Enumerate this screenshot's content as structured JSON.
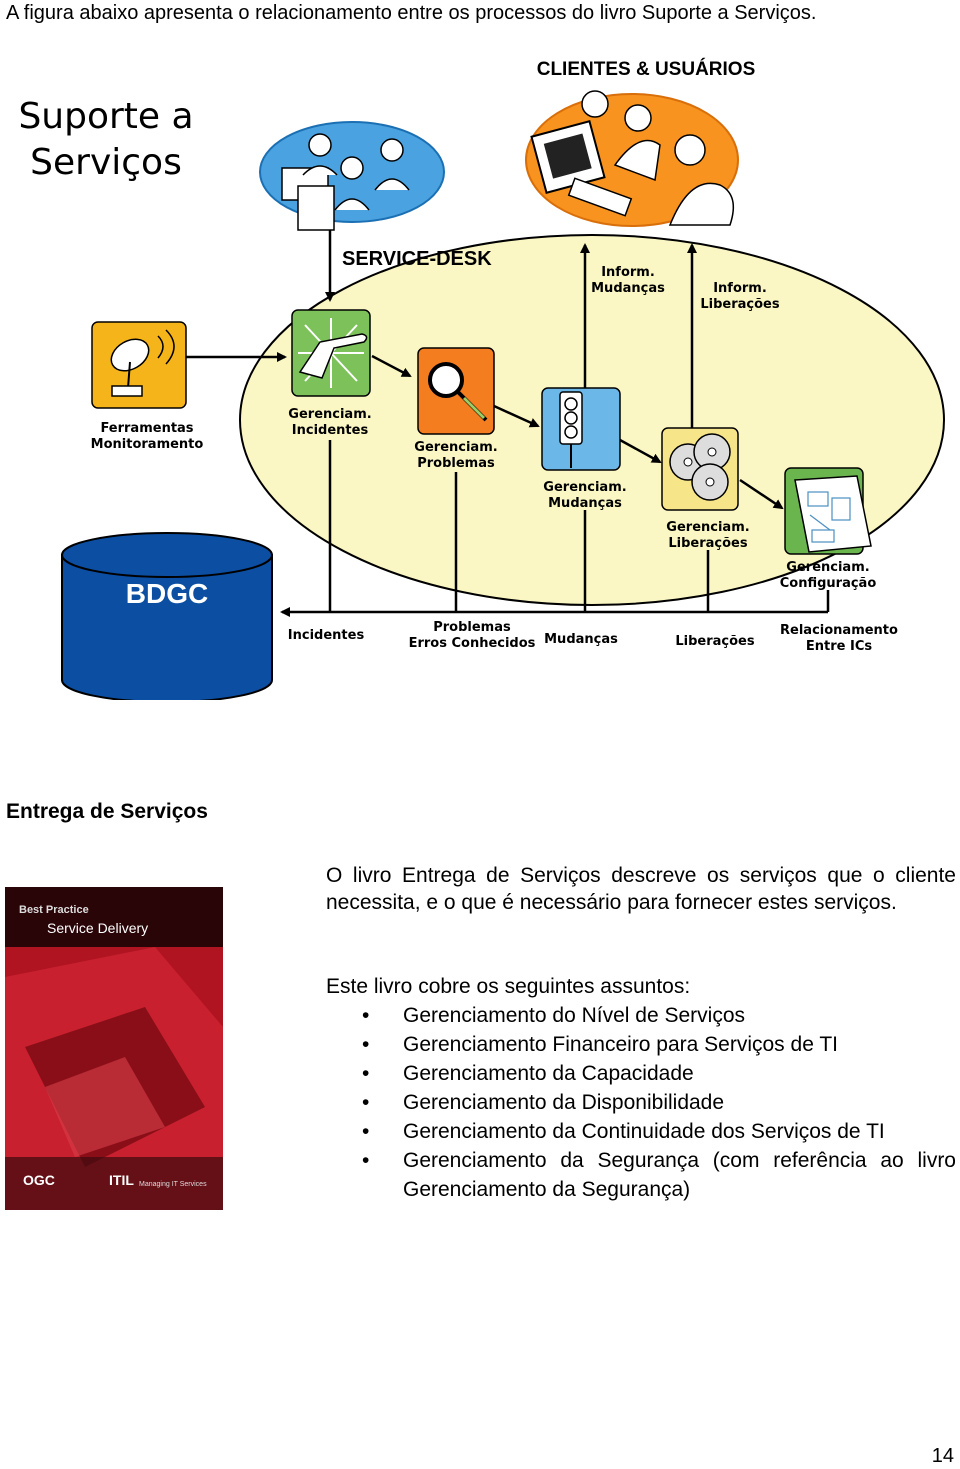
{
  "intro_text": "A figura abaixo apresenta o relacionamento entre os processos do livro Suporte a Serviços.",
  "diagram": {
    "title_line1": "Suporte a",
    "title_line2": "Serviços",
    "clients_label": "CLIENTES & USUÁRIOS",
    "service_desk": "SERVICE-DESK",
    "inform_changes": [
      "Inform.",
      "Mudanças"
    ],
    "inform_releases": [
      "Inform.",
      "Liberações"
    ],
    "monitoring": [
      "Ferramentas",
      "Monitoramento"
    ],
    "processes": {
      "incidents": [
        "Gerenciam.",
        "Incidentes"
      ],
      "problems": [
        "Gerenciam.",
        "Problemas"
      ],
      "changes": [
        "Gerenciam.",
        "Mudanças"
      ],
      "releases": [
        "Gerenciam.",
        "Liberações"
      ],
      "configuration": [
        "Gerenciam.",
        "Configuração"
      ]
    },
    "database": "BDGC",
    "records": {
      "incidents": "Incidentes",
      "problems": [
        "Problemas",
        "Erros Conhecidos"
      ],
      "changes": "Mudanças",
      "releases": "Liberações",
      "relations": [
        "Relacionamento",
        "Entre ICs"
      ]
    },
    "colors": {
      "ellipse_fill": "#fbf7c4",
      "db_fill": "#0b4ea2",
      "desk_cloud": "#4aa3e0",
      "clients_cloud": "#f7931e",
      "monitor_box": "#f5b51a",
      "incident_box": "#7cc15a",
      "problem_box": "#f47d20",
      "change_box": "#6ab7e8",
      "release_box": "#f7e58a",
      "config_box": "#6bb54f"
    },
    "icons": [
      "satellite-dish-icon",
      "pointing-hand-icon",
      "magnifier-icon",
      "traffic-light-icon",
      "discs-icon",
      "blueprint-icon",
      "helpdesk-people-icon",
      "computer-users-icon"
    ]
  },
  "section": {
    "title": "Entrega de Serviços",
    "paragraph": "O livro Entrega de Serviços descreve os serviços que o cliente necessita, e o que é necessário para fornecer estes serviços.",
    "topics_intro": "Este livro cobre os seguintes assuntos:",
    "topics": [
      "Gerenciamento do Nível de Serviços",
      "Gerenciamento Financeiro para Serviços de TI",
      "Gerenciamento da Capacidade",
      "Gerenciamento da Disponibilidade",
      "Gerenciamento da Continuidade dos Serviços de TI",
      "Gerenciamento da Segurança (com referência ao livro Gerenciamento da Segurança)"
    ],
    "bullet": "•"
  },
  "book_cover": {
    "series": "Best Practice",
    "title": "Service Delivery",
    "publisher_left": "OGC",
    "publisher_right": "ITIL",
    "tagline": "Managing IT Services"
  },
  "page_number": "14"
}
